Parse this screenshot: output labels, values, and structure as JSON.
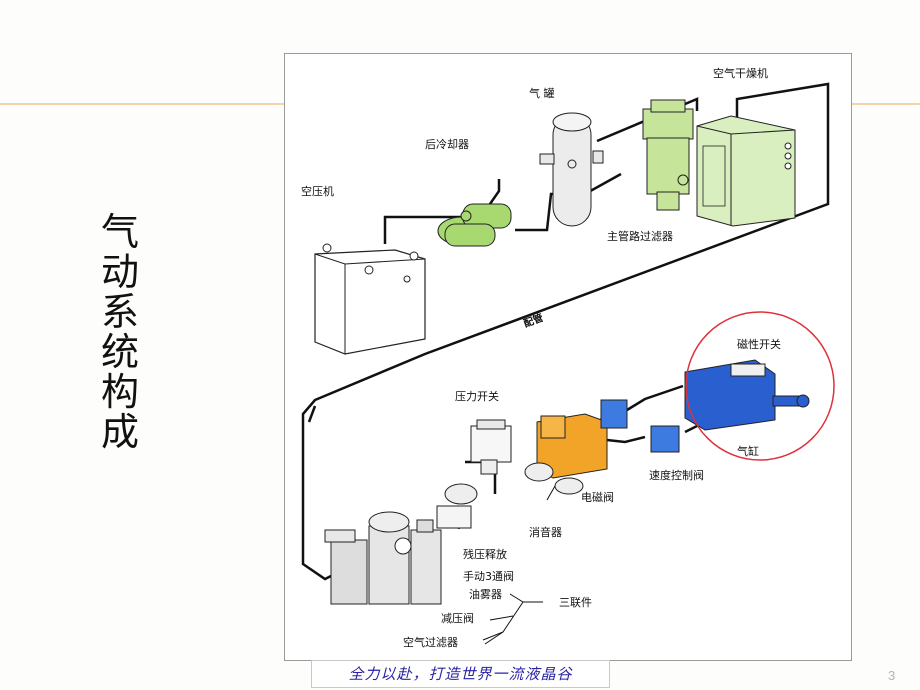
{
  "slide": {
    "title_chars": [
      "气",
      "动",
      "系",
      "统",
      "构",
      "成"
    ],
    "page_number": "3",
    "slogan": "全力以赴，打造世界一流液晶谷"
  },
  "figure": {
    "labels": {
      "air_dryer": "空气干燥机",
      "air_tank": "气 罐",
      "aftercooler": "后冷却器",
      "compressor": "空压机",
      "main_filter": "主管路过滤器",
      "piping": "配管",
      "magnetic_switch": "磁性开关",
      "pressure_switch": "压力开关",
      "cylinder": "气缸",
      "speed_control_valve": "速度控制阀",
      "solenoid_valve": "电磁阀",
      "silencer": "消音器",
      "residual_release": "残压释放",
      "manual_3way_valve": "手动3通阀",
      "lubricator": "油雾器",
      "frl_unit": "三联件",
      "regulator": "减压阀",
      "air_filter": "空气过滤器"
    }
  },
  "colors": {
    "accent_line": "#f6d3a7",
    "cooler_green": "#a8d870",
    "tank_gray": "#e8e8e8",
    "filter_green": "#c6e59a",
    "dryer_green": "#d9efc0",
    "valve_orange": "#f2a428",
    "cylinder_blue": "#2a5fd0",
    "speed_valve_blue": "#3d7be0",
    "highlight_circle": "#e0303a",
    "slogan_text": "#2a24a6"
  }
}
